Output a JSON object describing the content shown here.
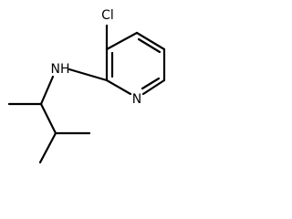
{
  "molecule": {
    "atoms": {
      "chlorine": "Cl",
      "amine": "NH",
      "ring_nitrogen": "N"
    },
    "colors": {
      "bond": "#000000",
      "label": "#000000",
      "background": "#ffffff"
    }
  }
}
